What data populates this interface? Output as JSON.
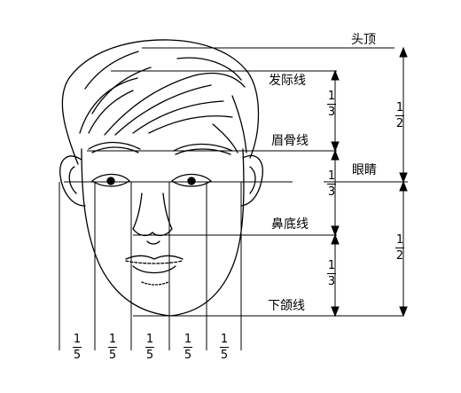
{
  "labels": {
    "top_of_head": "头顶",
    "hairline": "发际线",
    "brow_line": "眉骨线",
    "eyes": "眼睛",
    "nose_base": "鼻底线",
    "chin_line": "下颌线"
  },
  "vertical_fractions": [
    {
      "num": "1",
      "den": "3"
    },
    {
      "num": "1",
      "den": "3"
    },
    {
      "num": "1",
      "den": "3"
    }
  ],
  "half_fractions": [
    {
      "num": "1",
      "den": "2"
    },
    {
      "num": "1",
      "den": "2"
    }
  ],
  "fifth_fractions": [
    {
      "num": "1",
      "den": "5"
    },
    {
      "num": "1",
      "den": "5"
    },
    {
      "num": "1",
      "den": "5"
    },
    {
      "num": "1",
      "den": "5"
    },
    {
      "num": "1",
      "den": "5"
    }
  ]
}
